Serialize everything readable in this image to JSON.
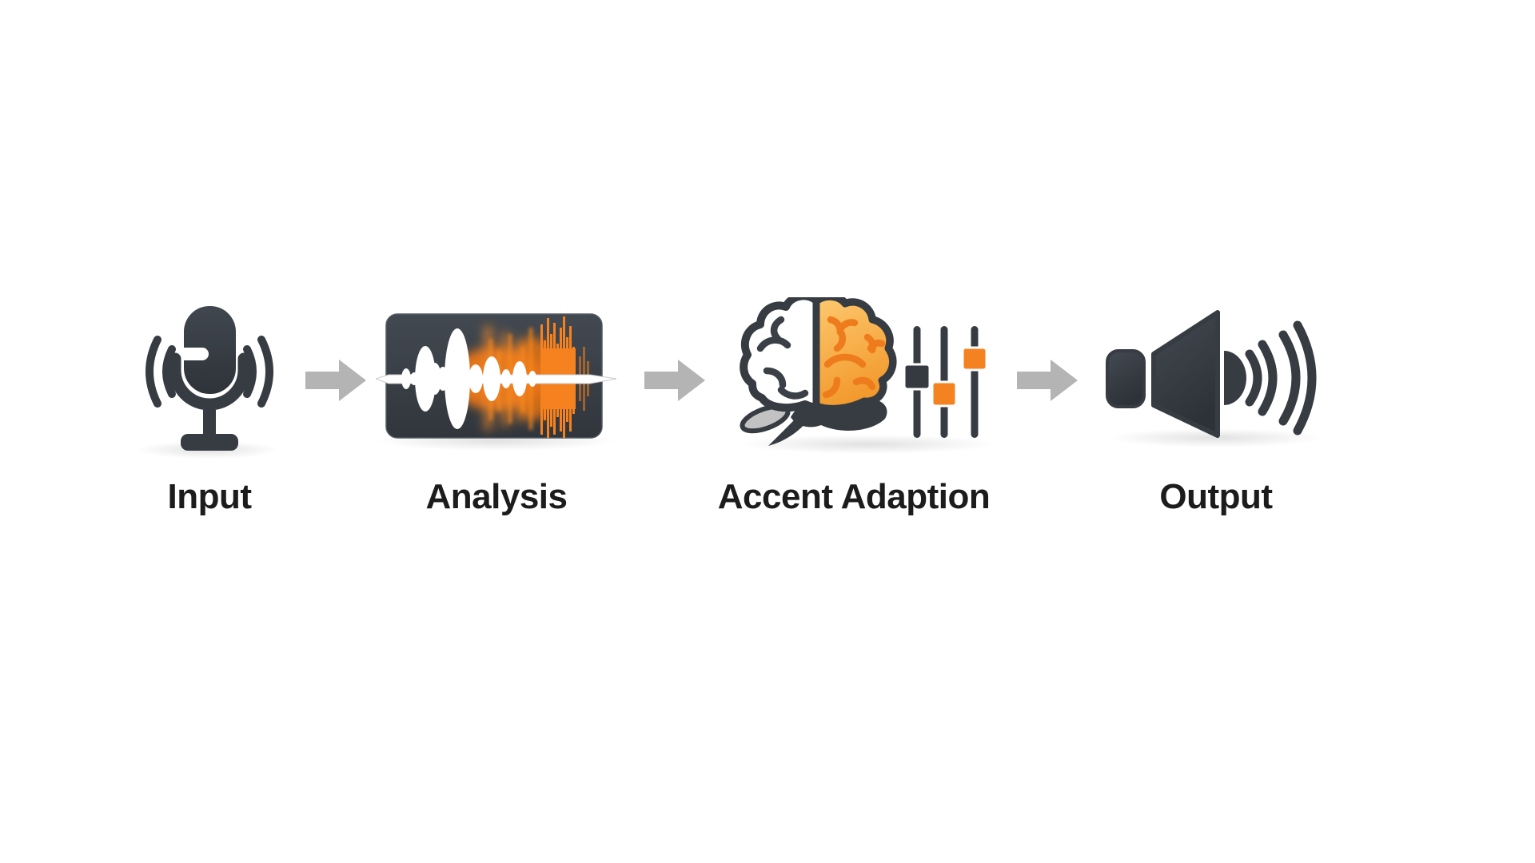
{
  "pipeline": {
    "type": "flow-diagram",
    "direction": "left-to-right",
    "stages": [
      {
        "label": "Input",
        "icon": "microphone-icon"
      },
      {
        "label": "Analysis",
        "icon": "audio-waveform-icon"
      },
      {
        "label": "Accent Adaption",
        "icon": "brain-equalizer-icon"
      },
      {
        "label": "Output",
        "icon": "speaker-icon"
      }
    ],
    "connector_icon": "arrow-right-icon",
    "colors": {
      "background": "#ffffff",
      "icon_dark": "#373c43",
      "accent_orange": "#f5821f",
      "brain_fill_top": "#fdc86e",
      "brain_fill_bottom": "#f29a2e",
      "arrow_gray": "#b4b4b4",
      "label_text": "#1c1c1c"
    }
  }
}
